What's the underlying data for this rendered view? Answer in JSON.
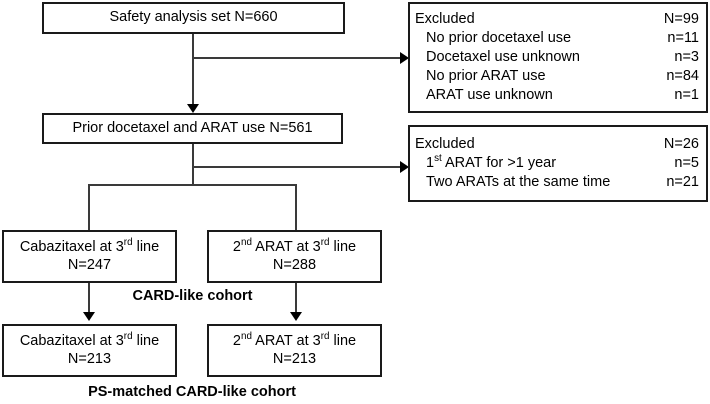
{
  "figure": {
    "type": "patient-flow-diagram",
    "nodes": {
      "safety_set": {
        "label": "Safety analysis set N=660"
      },
      "prior_use": {
        "label": "Prior docetaxel and ARAT use N=561"
      },
      "cabazitaxel_3rd": {
        "line1_a": "Cabazitaxel at 3",
        "line1_sup": "rd",
        "line1_b": " line",
        "line2": "N=247"
      },
      "arat_3rd": {
        "line1_a": "2",
        "line1_sup1": "nd",
        "line1_mid": " ARAT at 3",
        "line1_sup2": "rd",
        "line1_b": " line",
        "line2": "N=288"
      },
      "cabazitaxel_matched": {
        "line1_a": "Cabazitaxel at 3",
        "line1_sup": "rd",
        "line1_b": " line",
        "line2": "N=213"
      },
      "arat_matched": {
        "line1_a": "2",
        "line1_sup1": "nd",
        "line1_mid": " ARAT at 3",
        "line1_sup2": "rd",
        "line1_b": " line",
        "line2": "N=213"
      }
    },
    "excluded_1": {
      "rows": [
        {
          "label": "Excluded",
          "value": "N=99",
          "sub": false
        },
        {
          "label": "No prior docetaxel use",
          "value": "n=11",
          "sub": true
        },
        {
          "label": "Docetaxel use unknown",
          "value": "n=3",
          "sub": true
        },
        {
          "label": "No prior ARAT use",
          "value": "n=84",
          "sub": true
        },
        {
          "label": "ARAT use unknown",
          "value": "n=1",
          "sub": true
        }
      ]
    },
    "excluded_2": {
      "rows": [
        {
          "label": "Excluded",
          "value": "N=26",
          "sub": false,
          "sup": ""
        },
        {
          "label_a": "1",
          "sup": "st",
          "label_b": " ARAT for >1 year",
          "value": "n=5",
          "sub": true
        },
        {
          "label": "Two ARATs at the same time",
          "value": "n=21",
          "sub": true
        }
      ]
    },
    "captions": {
      "card_like": "CARD-like cohort",
      "ps_matched": "PS-matched CARD-like cohort"
    },
    "colors": {
      "border": "#1a1a1a",
      "connector": "#3a3a3a",
      "text": "#000000",
      "background": "#ffffff"
    }
  }
}
